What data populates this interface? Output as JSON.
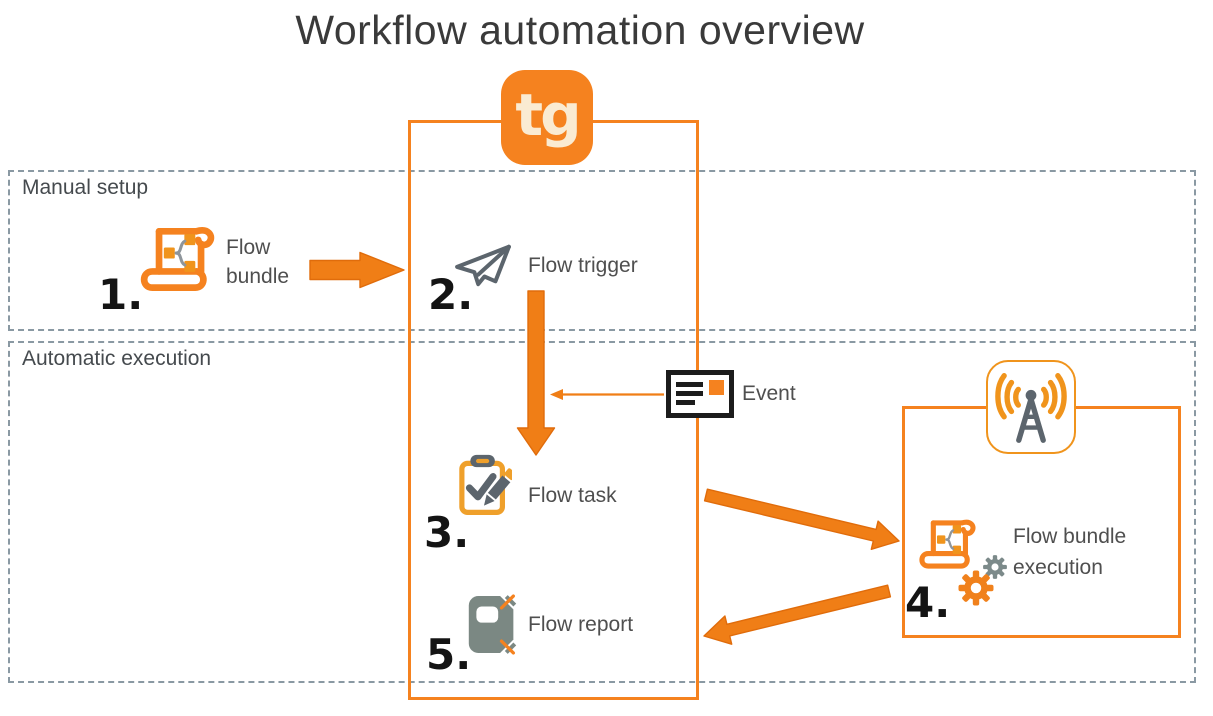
{
  "title": "Workflow automation overview",
  "logo": {
    "text": "tg"
  },
  "sections": {
    "manual_setup": {
      "label": "Manual setup"
    },
    "automatic_execution": {
      "label": "Automatic execution"
    }
  },
  "steps": [
    {
      "number": "1.",
      "label": "Flow bundle",
      "icon": "flow-bundle-scroll-icon"
    },
    {
      "number": "2.",
      "label": "Flow trigger",
      "icon": "paper-plane-icon"
    },
    {
      "number": "3.",
      "label": "Flow task",
      "icon": "clipboard-task-icon"
    },
    {
      "number": "4.",
      "label": "Flow bundle execution",
      "icon": "flow-bundle-gears-icon"
    },
    {
      "number": "5.",
      "label": "Flow report",
      "icon": "report-book-icon"
    }
  ],
  "event": {
    "label": "Event",
    "icon": "event-card-icon"
  },
  "decorations": {
    "antenna_icon": "radio-tower-icon",
    "logo_icon": "tg-logo"
  },
  "colors": {
    "orange": "#F5821F",
    "orange2": "#F0941C",
    "orange_light": "#EFA02B",
    "arrow_orange": "#F07E16",
    "arrow_stroke": "#E06C0B",
    "gray_icon": "#5C656D",
    "brace_gray": "#8E959B",
    "book_gray": "#7B8883",
    "dash_gray": "#8A99A3",
    "text_gray": "#4F4F4F",
    "title_gray": "#3A3A3A",
    "number_black": "#141414",
    "cream": "#FAEBD2"
  }
}
